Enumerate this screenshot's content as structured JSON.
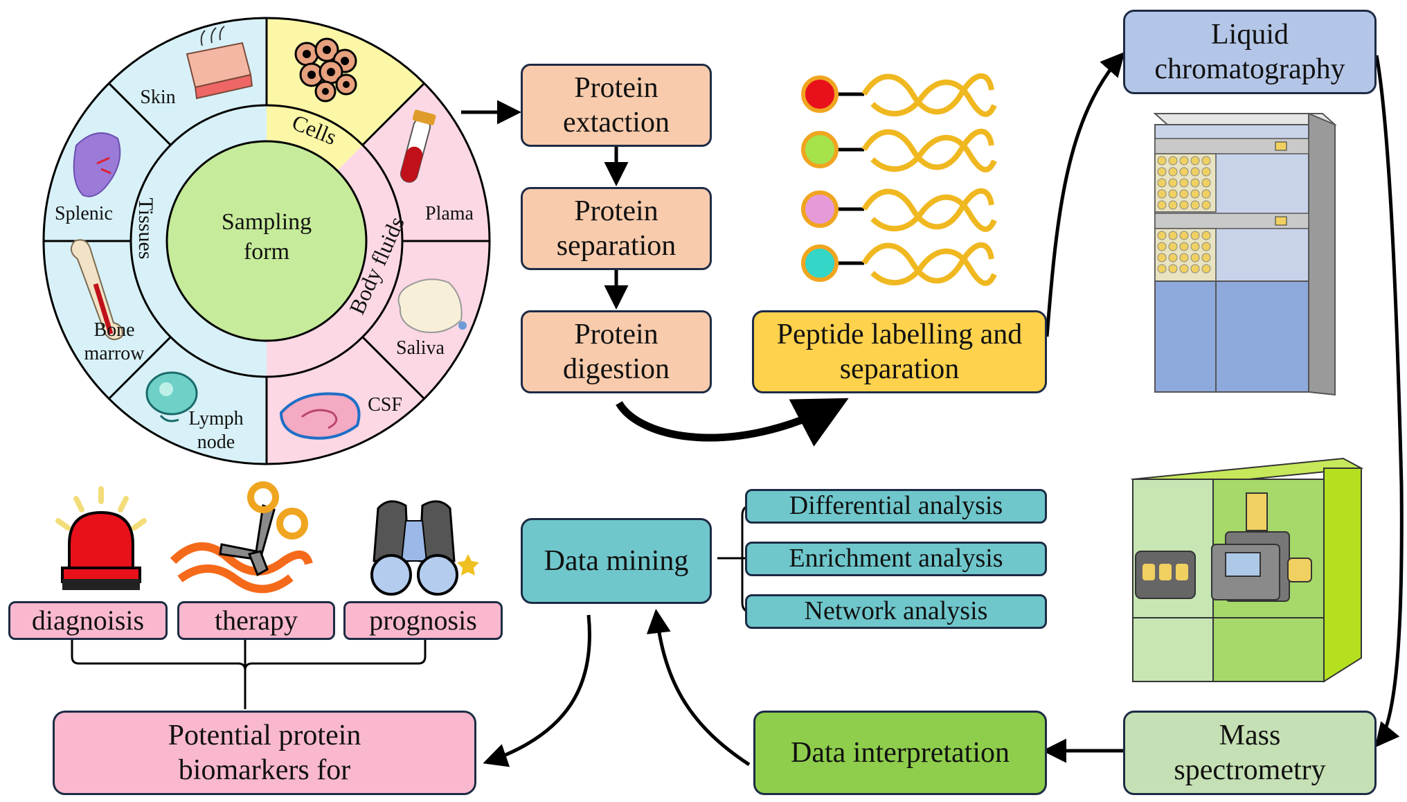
{
  "wheel": {
    "center": "Sampling form",
    "ring": {
      "tissues": "Tissues",
      "body_fluids": "Body fluids",
      "cells": "Cells"
    },
    "segments": {
      "skin": "Skin",
      "splenic": "Splenic",
      "bone_marrow": "Bone marrow",
      "lymph_node": "Lymph node",
      "plasma": "Plama",
      "saliva": "Saliva",
      "csf": "CSF"
    }
  },
  "workflow": {
    "protein_extraction": "Protein extaction",
    "protein_separation": "Protein separation",
    "protein_digestion": "Protein digestion",
    "peptide_labelling": "Peptide labelling and separation",
    "liquid_chromatography": "Liquid chromatography",
    "mass_spectrometry": "Mass spectrometry",
    "data_interpretation": "Data interpretation",
    "data_mining": "Data mining",
    "analyses": [
      "Differential analysis",
      "Enrichment analysis",
      "Network analysis"
    ],
    "biomarkers": "Potential protein biomarkers for",
    "uses": [
      "diagnoisis",
      "therapy",
      "prognosis"
    ]
  },
  "colors": {
    "peach": "#f8cbac",
    "gold": "#ffd24d",
    "blue": "#b4c6e7",
    "light_green": "#c5e0b4",
    "green": "#8fce4c",
    "teal": "#6fc7cc",
    "pink": "#f9b8cd",
    "tag_colors": [
      "#e8101a",
      "#a6e34a",
      "#e79ad8",
      "#33d6c7"
    ]
  }
}
